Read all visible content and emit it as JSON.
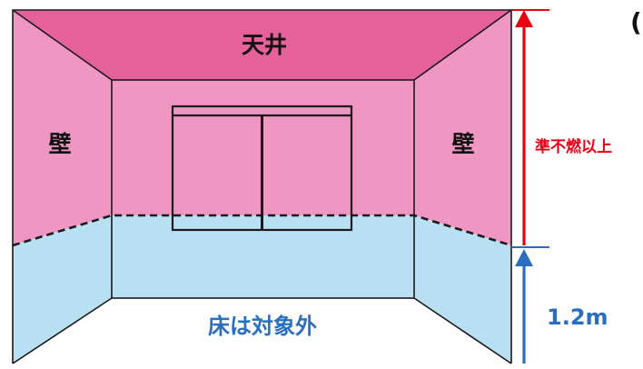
{
  "labels": {
    "ceiling": "天井",
    "wall_left": "壁",
    "wall_right": "壁",
    "floor": "床は対象外",
    "requirement": "準不燃以上",
    "height": "1.2m",
    "edge_mark": "("
  },
  "colors": {
    "ceiling": "#e5619a",
    "wall_upper": "#ef96c2",
    "wall_lower": "#b9dff2",
    "back_upper": "#ef96c2",
    "back_lower": "#b9dff2",
    "floor_bg": "#ffffff",
    "arrow_red": "#e60012",
    "arrow_blue": "#2a6fbf",
    "floor_text": "#2a6fbf",
    "requirement_text": "#e60012",
    "outline": "#1a1a1a"
  }
}
